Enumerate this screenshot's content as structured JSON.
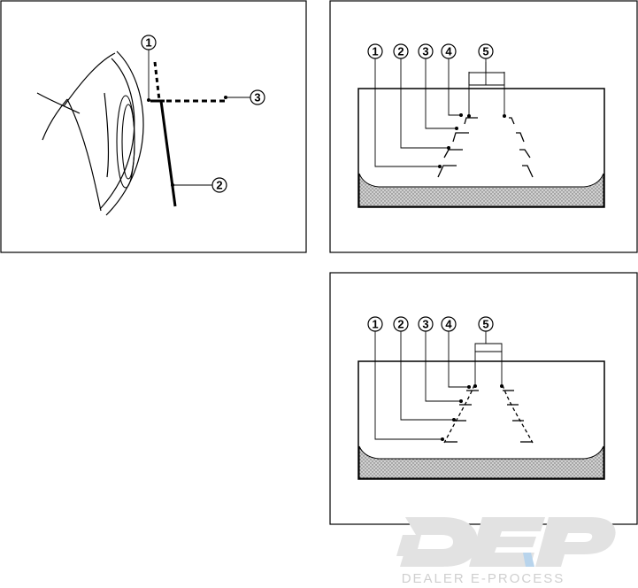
{
  "panel_side_view": {
    "callouts": [
      "1",
      "2",
      "3"
    ]
  },
  "panel_top_view": {
    "callouts": [
      "1",
      "2",
      "3",
      "4",
      "5"
    ]
  },
  "panel_bottom_view": {
    "callouts": [
      "1",
      "2",
      "3",
      "4",
      "5"
    ]
  },
  "watermark": {
    "logo_text": "DEP",
    "caption": "DEALER E-PROCESS"
  }
}
